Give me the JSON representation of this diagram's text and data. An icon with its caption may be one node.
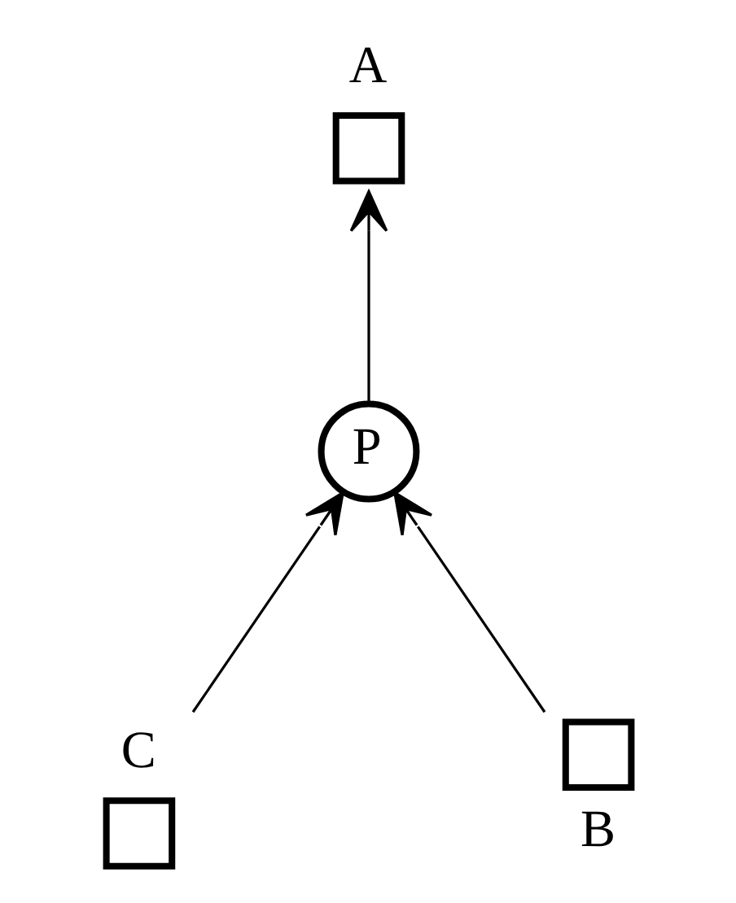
{
  "diagram": {
    "nodes": [
      {
        "text": [
          "A"
        ]
      },
      {
        "text": [
          "C"
        ]
      },
      {
        "text": [
          "P"
        ]
      },
      {
        "text": [
          "B"
        ]
      }
    ],
    "edges": [
      {
        "from": 2,
        "to": 0,
        "arrow": "to"
      },
      {
        "from": 1,
        "to": 2,
        "arrow": "to"
      },
      {
        "from": 3,
        "to": 2,
        "arrow": "to"
      }
    ]
  }
}
